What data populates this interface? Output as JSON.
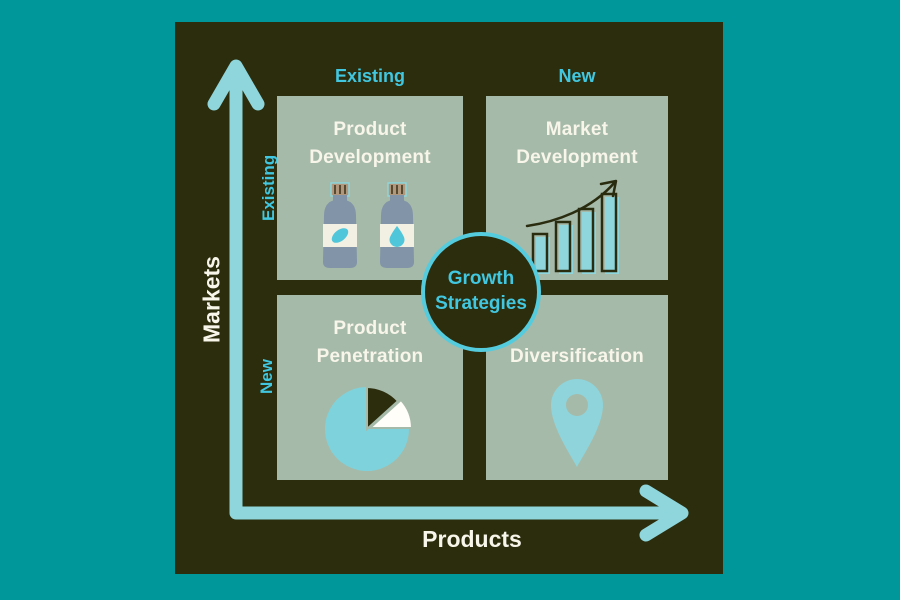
{
  "colors": {
    "bg": "#00979a",
    "panel": "#2b2d0d",
    "quadrant": "#a6baa9",
    "teal-text": "#41c7e0",
    "teal-pale": "#8ed6dc",
    "circle-border": "#55cbde",
    "text-light": "#f8f5ea",
    "stroke-dark": "#2a2c10",
    "pie-teal": "#7ed2dc",
    "pin-teal": "#8ed4da",
    "white-slice": "#fffef8",
    "bottle-body": "#8194a8",
    "bottle-label": "#f2efe3",
    "bottle-cap": "#b1977b",
    "bottle-teal": "#4fc6da",
    "cap-stripe": "#574a33"
  },
  "title": {
    "line1": "Growth",
    "line2": "Strategies"
  },
  "axes": {
    "y_label": "Markets",
    "x_label": "Products",
    "col_labels": [
      "Existing",
      "New"
    ],
    "row_labels": [
      "Existing",
      "New"
    ]
  },
  "quadrants": [
    {
      "id": "product-development",
      "label": "Product Development",
      "row": "Existing",
      "col": "Existing",
      "icon": "bottles-icon"
    },
    {
      "id": "market-development",
      "label": "Market Development",
      "row": "Existing",
      "col": "New",
      "icon": "growth-chart-icon"
    },
    {
      "id": "product-penetration",
      "label": "Product Penetration",
      "row": "New",
      "col": "Existing",
      "icon": "pie-chart-icon"
    },
    {
      "id": "diversification",
      "label": "Diversification",
      "row": "New",
      "col": "New",
      "icon": "location-pin-icon"
    }
  ]
}
